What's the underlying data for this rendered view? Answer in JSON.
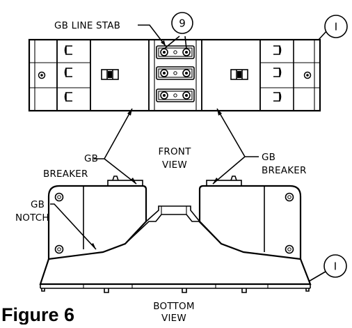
{
  "figure": {
    "caption": "Figure 6"
  },
  "labels": {
    "gb_line_stab": "GB LINE STAB",
    "gb_breaker_left_line1": "GB",
    "gb_breaker_left_line2": "BREAKER",
    "gb_breaker_right_line1": "GB",
    "gb_breaker_right_line2": "BREAKER",
    "front_view_line1": "FRONT",
    "front_view_line2": "VIEW",
    "gb_notch_line1": "GB",
    "gb_notch_line2": "NOTCH",
    "bottom_view_line1": "BOTTOM",
    "bottom_view_line2": "VIEW"
  },
  "balloons": {
    "item_9": "9",
    "item_1_top": "I",
    "item_1_bottom": "I"
  }
}
